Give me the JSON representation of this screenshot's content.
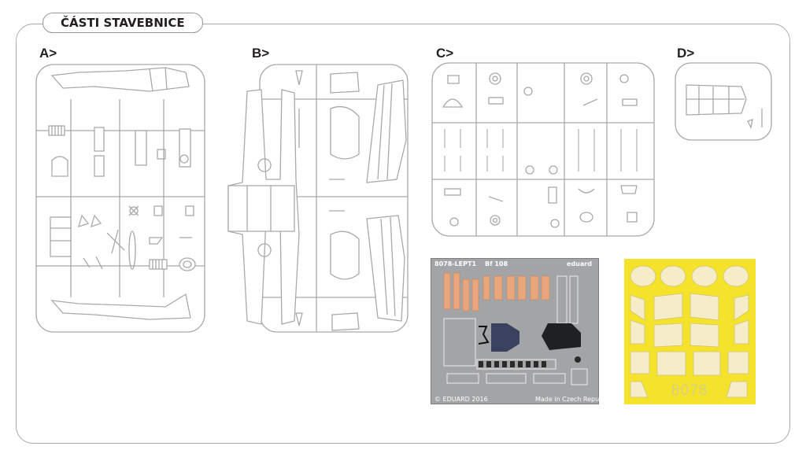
{
  "header": {
    "title": "ČÁSTI STAVEBNICE"
  },
  "sections": [
    {
      "id": "A",
      "label": "A>"
    },
    {
      "id": "B",
      "label": "B>"
    },
    {
      "id": "C",
      "label": "C>"
    },
    {
      "id": "D",
      "label": "D>"
    }
  ],
  "photo_etch": {
    "code": "8078-LEPT1",
    "model": "Bf 108",
    "brand": "eduard",
    "copyright": "© EDUARD 2016",
    "origin": "Made in Czech Republic"
  },
  "mask": {
    "code": "8078"
  },
  "colors": {
    "sprue_line": "#a7a9ac",
    "pe_fret": "#a3a4a6",
    "mask_sheet": "#f4e32a",
    "pe_orange": "#e9a57c"
  }
}
